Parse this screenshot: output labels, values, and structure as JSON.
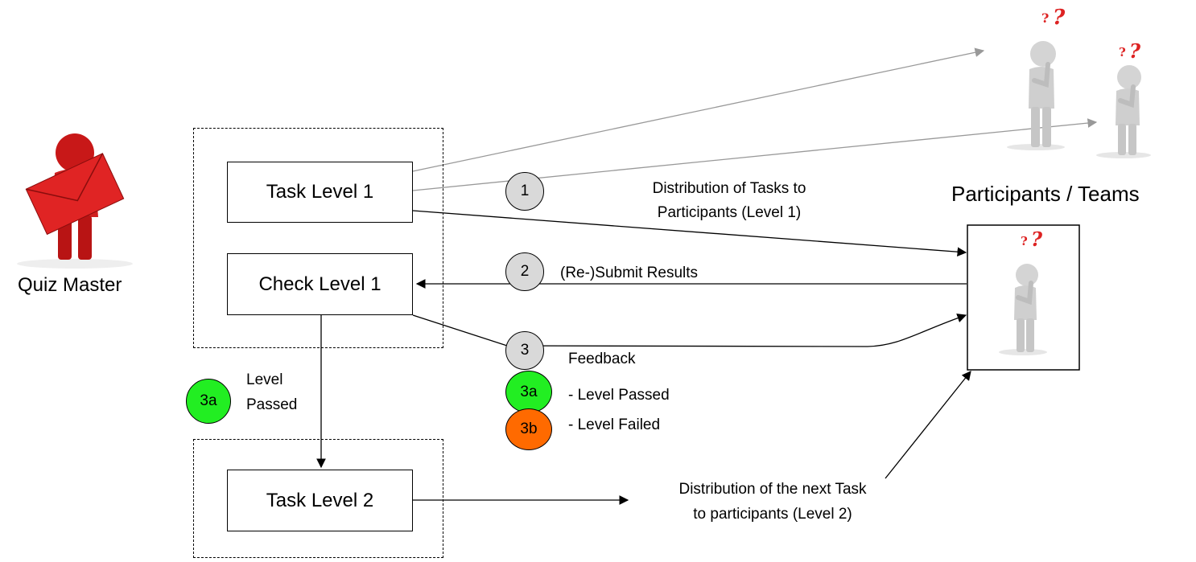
{
  "actors": {
    "quiz_master": "Quiz Master",
    "participants": "Participants / Teams"
  },
  "boxes": {
    "task1": "Task Level 1",
    "check1": "Check Level 1",
    "task2": "Task Level 2"
  },
  "steps": {
    "s1": {
      "num": "1",
      "text_line1": "Distribution of Tasks to",
      "text_line2": "Participants (Level 1)"
    },
    "s2": {
      "num": "2",
      "text": "(Re-)Submit Results"
    },
    "s3": {
      "num": "3",
      "text": "Feedback"
    },
    "s3a": {
      "num": "3a",
      "text": "- Level Passed"
    },
    "s3b": {
      "num": "3b",
      "text": "- Level Failed"
    },
    "left3a": {
      "num": "3a",
      "text_line1": "Level",
      "text_line2": "Passed"
    },
    "next": {
      "text_line1": "Distribution of the next Task",
      "text_line2": "to participants (Level 2)"
    }
  },
  "colors": {
    "step_grey": "#d9d9d9",
    "passed_green": "#22ee22",
    "failed_orange": "#ff6a00",
    "quiz_master_figure": "#cc1c1c",
    "thinker_mark": "#dd2222",
    "arrow_grey": "#999999"
  },
  "icons": {
    "quiz_master": "person-holding-envelope-icon",
    "thinker": "thinking-person-icon"
  }
}
